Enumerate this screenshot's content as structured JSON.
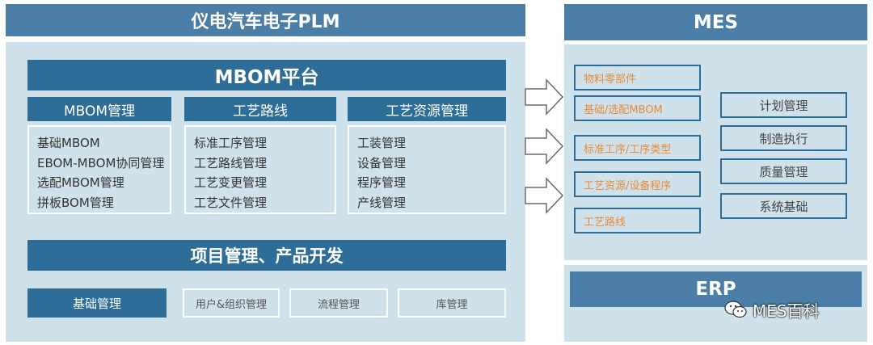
{
  "plm": {
    "title": "仪电汽车电子PLM",
    "platform": "MBOM平台",
    "columns": [
      {
        "header": "MBOM管理",
        "items": [
          "基础MBOM",
          "EBOM-MBOM协同管理",
          "选配MBOM管理",
          "拼板BOM管理"
        ]
      },
      {
        "header": "工艺路线",
        "items": [
          "标准工序管理",
          "工艺路线管理",
          "工艺变更管理",
          "工艺文件管理"
        ]
      },
      {
        "header": "工艺资源管理",
        "items": [
          "工装管理",
          "设备管理",
          "程序管理",
          "产线管理"
        ]
      }
    ],
    "project": "项目管理、产品开发",
    "bottom": [
      "基础管理",
      "用户&组织管理",
      "流程管理",
      "库管理"
    ]
  },
  "mes": {
    "title": "MES",
    "left_items": [
      "物料零部件",
      "基础/选配MBOM",
      "标准工序/工序类型",
      "工艺资源/设备程序",
      "工艺路线"
    ],
    "right_items": [
      "计划管理",
      "制造执行",
      "质量管理",
      "系统基础"
    ],
    "colors": {
      "left_text": "#e88a36",
      "border": "#2d6d98"
    }
  },
  "erp": {
    "title": "ERP",
    "watermark": "MES百科"
  },
  "colors": {
    "header": "#4a7ea7",
    "dark": "#2d6d98",
    "panel": "#cfe1ea"
  }
}
